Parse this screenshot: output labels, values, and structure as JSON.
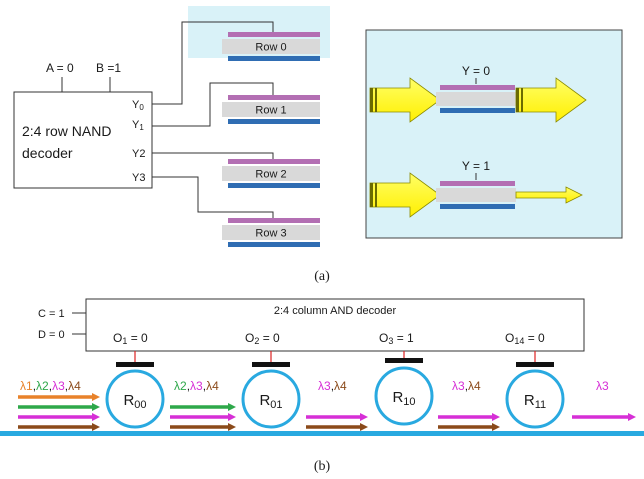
{
  "panel_a": {
    "inputs": {
      "a": "A = 0",
      "b": "B =1"
    },
    "decoder": {
      "line1": "2:4 row NAND",
      "line2": "decoder"
    },
    "outputs": [
      {
        "main": "Y",
        "sub": "0"
      },
      {
        "main": "Y",
        "sub": "1"
      },
      {
        "main": "Y2",
        "sub": ""
      },
      {
        "main": "Y3",
        "sub": ""
      }
    ],
    "rows": [
      "Row 0",
      "Row 1",
      "Row 2",
      "Row 3"
    ],
    "inset": {
      "y0": "Y = 0",
      "y1": "Y = 1"
    },
    "caption": "(a)"
  },
  "panel_b": {
    "inputs": {
      "c": "C = 1",
      "d": "D = 0"
    },
    "decoder_title": "2:4 column AND decoder",
    "outputs": [
      {
        "main": "O",
        "sub": "1",
        "val": " = 0"
      },
      {
        "main": "O",
        "sub": "2",
        "val": " = 0"
      },
      {
        "main": "O",
        "sub": "3",
        "val": " = 1"
      },
      {
        "main": "O",
        "sub": "14",
        "val": " = 0"
      }
    ],
    "rings": [
      {
        "main": "R",
        "sub": "00"
      },
      {
        "main": "R",
        "sub": "01"
      },
      {
        "main": "R",
        "sub": "10"
      },
      {
        "main": "R",
        "sub": "11"
      }
    ],
    "wavelength_groups": [
      [
        {
          "t": "λ1",
          "c": "#e8822a"
        },
        {
          "t": ",",
          "c": "#1a1a1a"
        },
        {
          "t": "λ2",
          "c": "#2ea84a"
        },
        {
          "t": ",",
          "c": "#1a1a1a"
        },
        {
          "t": "λ3",
          "c": "#d62fd6"
        },
        {
          "t": ",",
          "c": "#1a1a1a"
        },
        {
          "t": "λ4",
          "c": "#8b4a1a"
        }
      ],
      [
        {
          "t": "λ2",
          "c": "#2ea84a"
        },
        {
          "t": ",",
          "c": "#1a1a1a"
        },
        {
          "t": "λ3",
          "c": "#d62fd6"
        },
        {
          "t": ",",
          "c": "#1a1a1a"
        },
        {
          "t": "λ4",
          "c": "#8b4a1a"
        }
      ],
      [
        {
          "t": "λ3",
          "c": "#d62fd6"
        },
        {
          "t": ",",
          "c": "#1a1a1a"
        },
        {
          "t": "λ4",
          "c": "#8b4a1a"
        }
      ],
      [
        {
          "t": "λ3",
          "c": "#d62fd6"
        },
        {
          "t": ",",
          "c": "#1a1a1a"
        },
        {
          "t": "λ4",
          "c": "#8b4a1a"
        }
      ],
      [
        {
          "t": "λ3",
          "c": "#d62fd6"
        }
      ]
    ],
    "caption": "(b)"
  },
  "colors": {
    "wavelength_orange": "#e8822a",
    "wavelength_green": "#2ea84a",
    "wavelength_magenta": "#d62fd6",
    "wavelength_brown": "#8b4a1a",
    "waveguide": "#29a9e0",
    "ring": "#29a9e0",
    "row_top": "#b36fb3",
    "row_mid": "#d9d9d9",
    "row_bottom": "#2f6db3",
    "highlight": "#d9f2f8",
    "arrow_yellow": "#ffff33"
  }
}
